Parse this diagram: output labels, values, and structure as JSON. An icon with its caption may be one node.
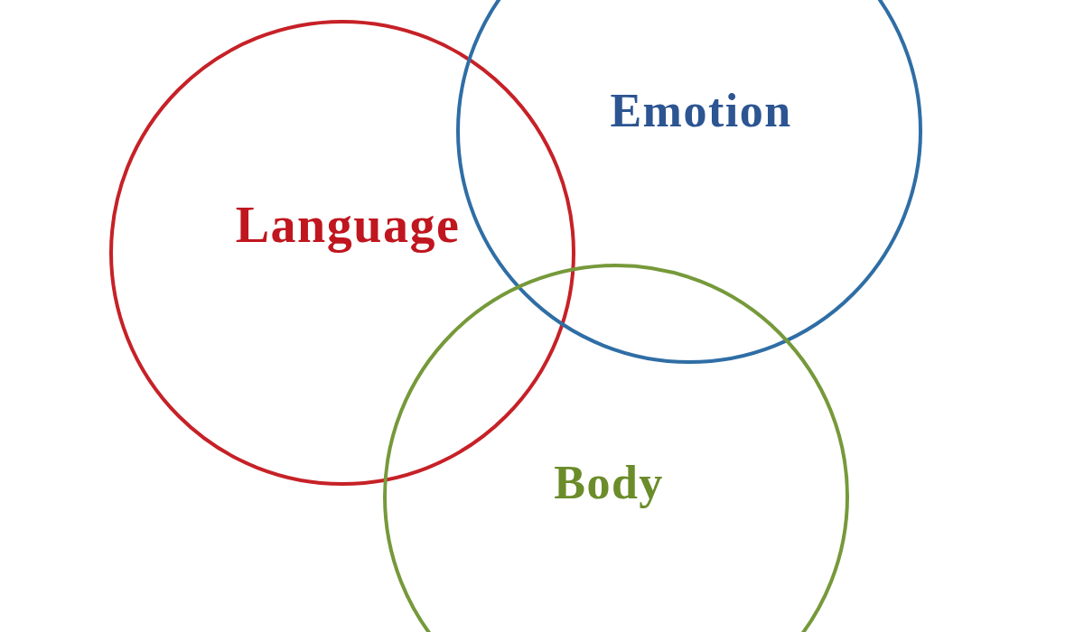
{
  "diagram": {
    "nodes": [
      {
        "text": [
          "Language"
        ]
      },
      {
        "text": [
          "Emotion"
        ]
      },
      {
        "text": [
          "Body"
        ]
      }
    ]
  }
}
